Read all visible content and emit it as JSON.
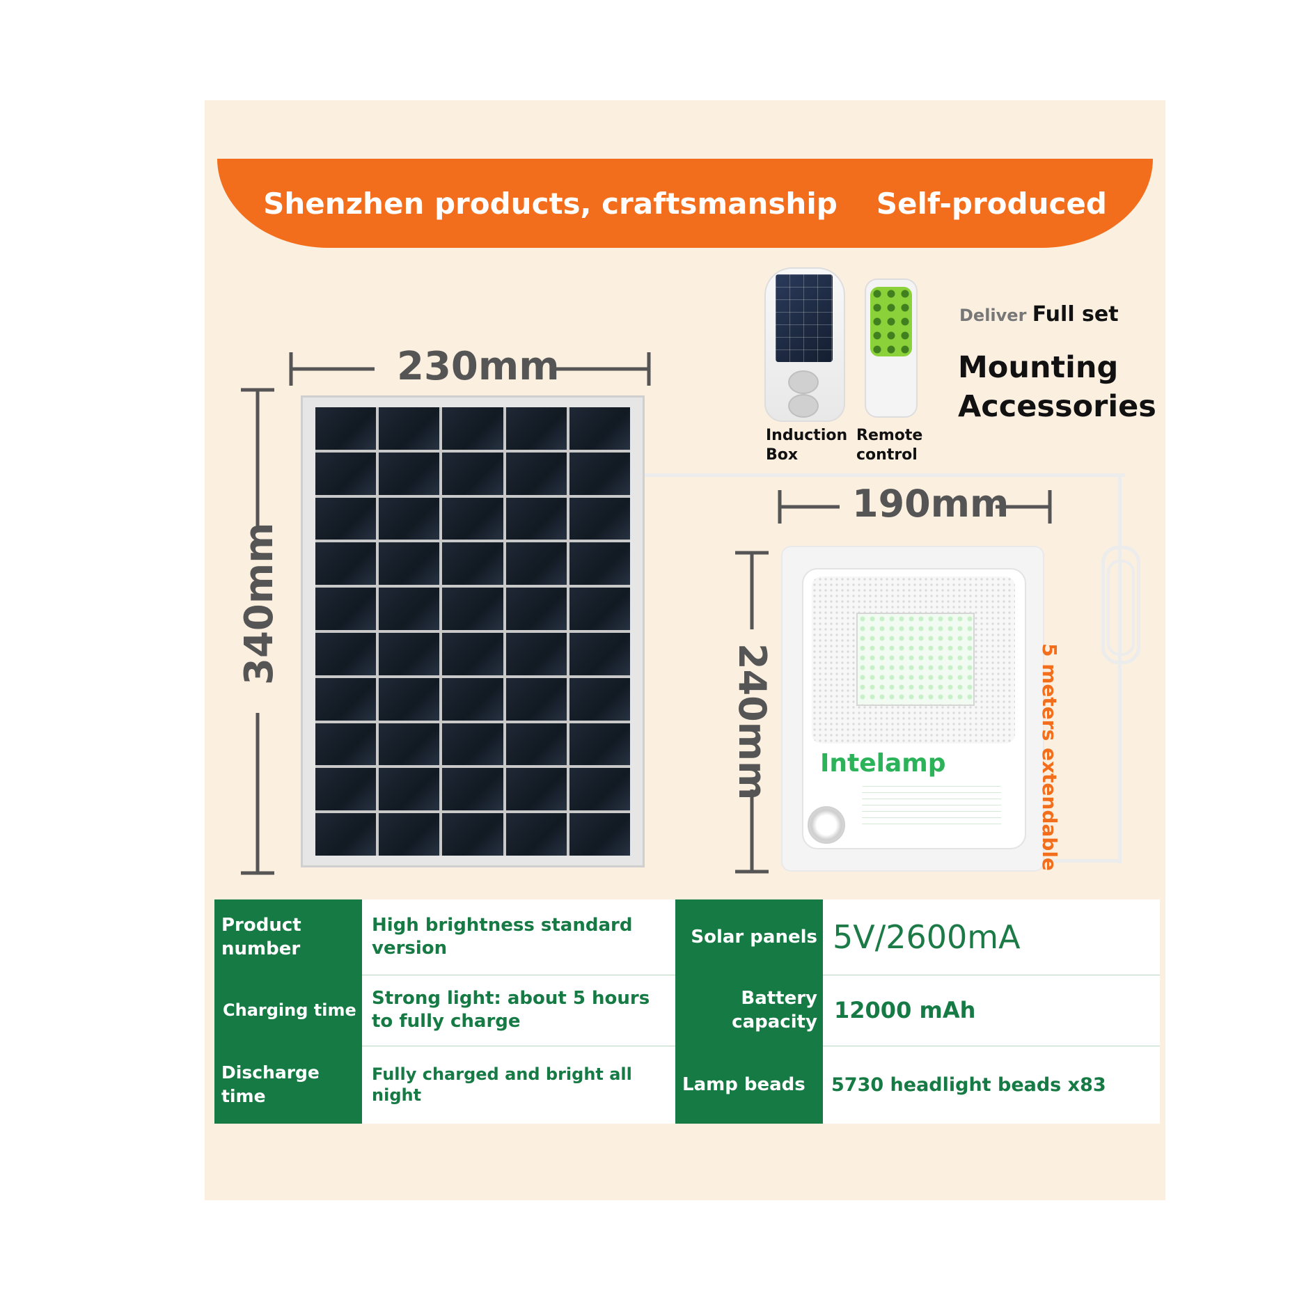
{
  "banner": {
    "left_text": "Shenzhen products, craftsmanship",
    "right_text": "Self-produced"
  },
  "dimensions": {
    "panel_width": "230mm",
    "panel_height": "340mm",
    "lamp_width": "190mm",
    "lamp_height": "240mm"
  },
  "cable_note": "5 meters extendable",
  "lamp": {
    "brand": "Intelamp"
  },
  "accessories": {
    "induction_box": "Induction Box",
    "remote_control": "Remote control",
    "deliver_prefix": "Deliver",
    "deliver_highlight": "Full set",
    "heading": "Mounting Accessories"
  },
  "specs": [
    {
      "label": "Product number",
      "value": "High brightness standard version"
    },
    {
      "label": "Charging time",
      "value": "Strong light: about 5 hours to fully charge"
    },
    {
      "label": "Discharge time",
      "value": "Fully charged and bright all night"
    },
    {
      "label": "Solar panels",
      "value": "5V/2600mA"
    },
    {
      "label": "Battery capacity",
      "value": "12000 mAh"
    },
    {
      "label": "Lamp beads",
      "value": "5730 headlight beads x83"
    }
  ],
  "colors": {
    "banner_orange": "#f26e1c",
    "spec_green": "#167a44",
    "background": "#fbefe0"
  }
}
